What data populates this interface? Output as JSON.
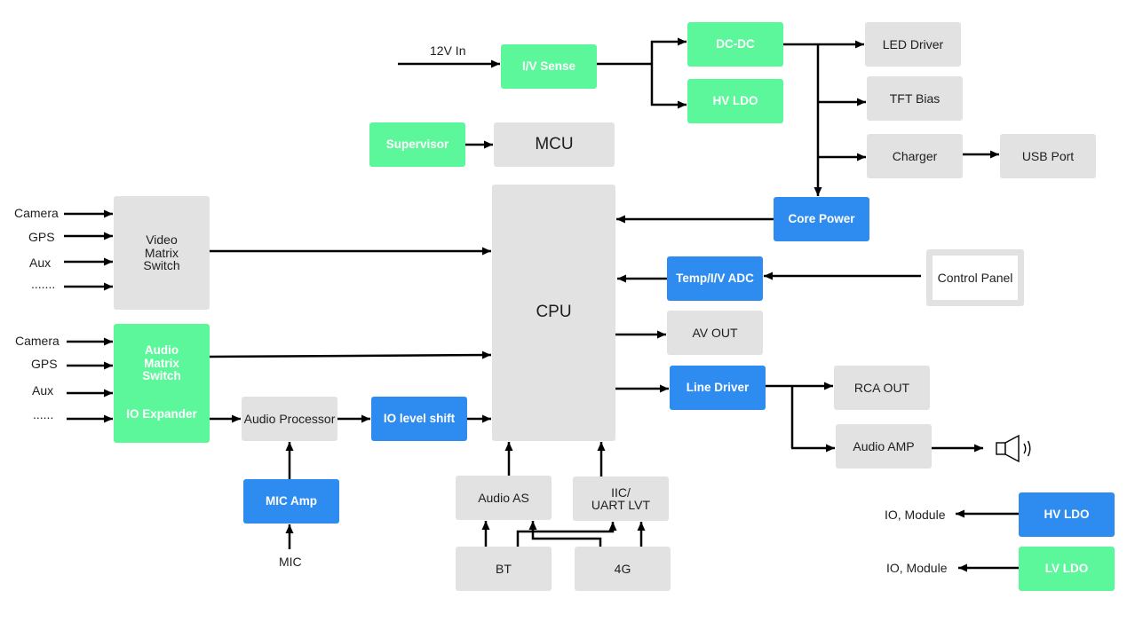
{
  "colors": {
    "green": "#5DF79B",
    "blue": "#2E8CF0",
    "gray": "#E2E2E2",
    "text": "#1e1e1e",
    "line": "#000000"
  },
  "nodes": {
    "iv_sense": "I/V Sense",
    "dc_dc": "DC-DC",
    "hv_ldo_top": "HV LDO",
    "led_driver": "LED Driver",
    "tft_bias": "TFT Bias",
    "charger": "Charger",
    "usb_port": "USB Port",
    "supervisor": "Supervisor",
    "mcu": "MCU",
    "core_power": "Core Power",
    "cpu": "CPU",
    "video_matrix_switch": "Video\nMatrix\nSwitch",
    "temp_iv_adc": "Temp/I/V ADC",
    "control_panel": "Control Panel",
    "av_out": "AV OUT",
    "audio_matrix_switch": "Audio\nMatrix\nSwitch",
    "io_expander": "IO Expander",
    "line_driver": "Line Driver",
    "rca_out": "RCA OUT",
    "audio_amp": "Audio AMP",
    "audio_processor": "Audio Processor",
    "io_level_shift": "IO level shift",
    "mic_amp": "MIC Amp",
    "audio_as": "Audio AS",
    "iic_uart_lvt": "IIC/\nUART LVT",
    "bt": "BT",
    "four_g": "4G",
    "hv_ldo_bottom": "HV LDO",
    "lv_ldo": "LV LDO"
  },
  "labels": {
    "power_in": "12V In",
    "video_inputs": [
      "Camera",
      "GPS",
      "Aux",
      "......."
    ],
    "audio_inputs": [
      "Camera",
      "GPS",
      "Aux",
      "......"
    ],
    "mic": "MIC",
    "io_module_hv": "IO, Module",
    "io_module_lv": "IO, Module"
  },
  "icons": {
    "speaker": "speaker-icon"
  }
}
